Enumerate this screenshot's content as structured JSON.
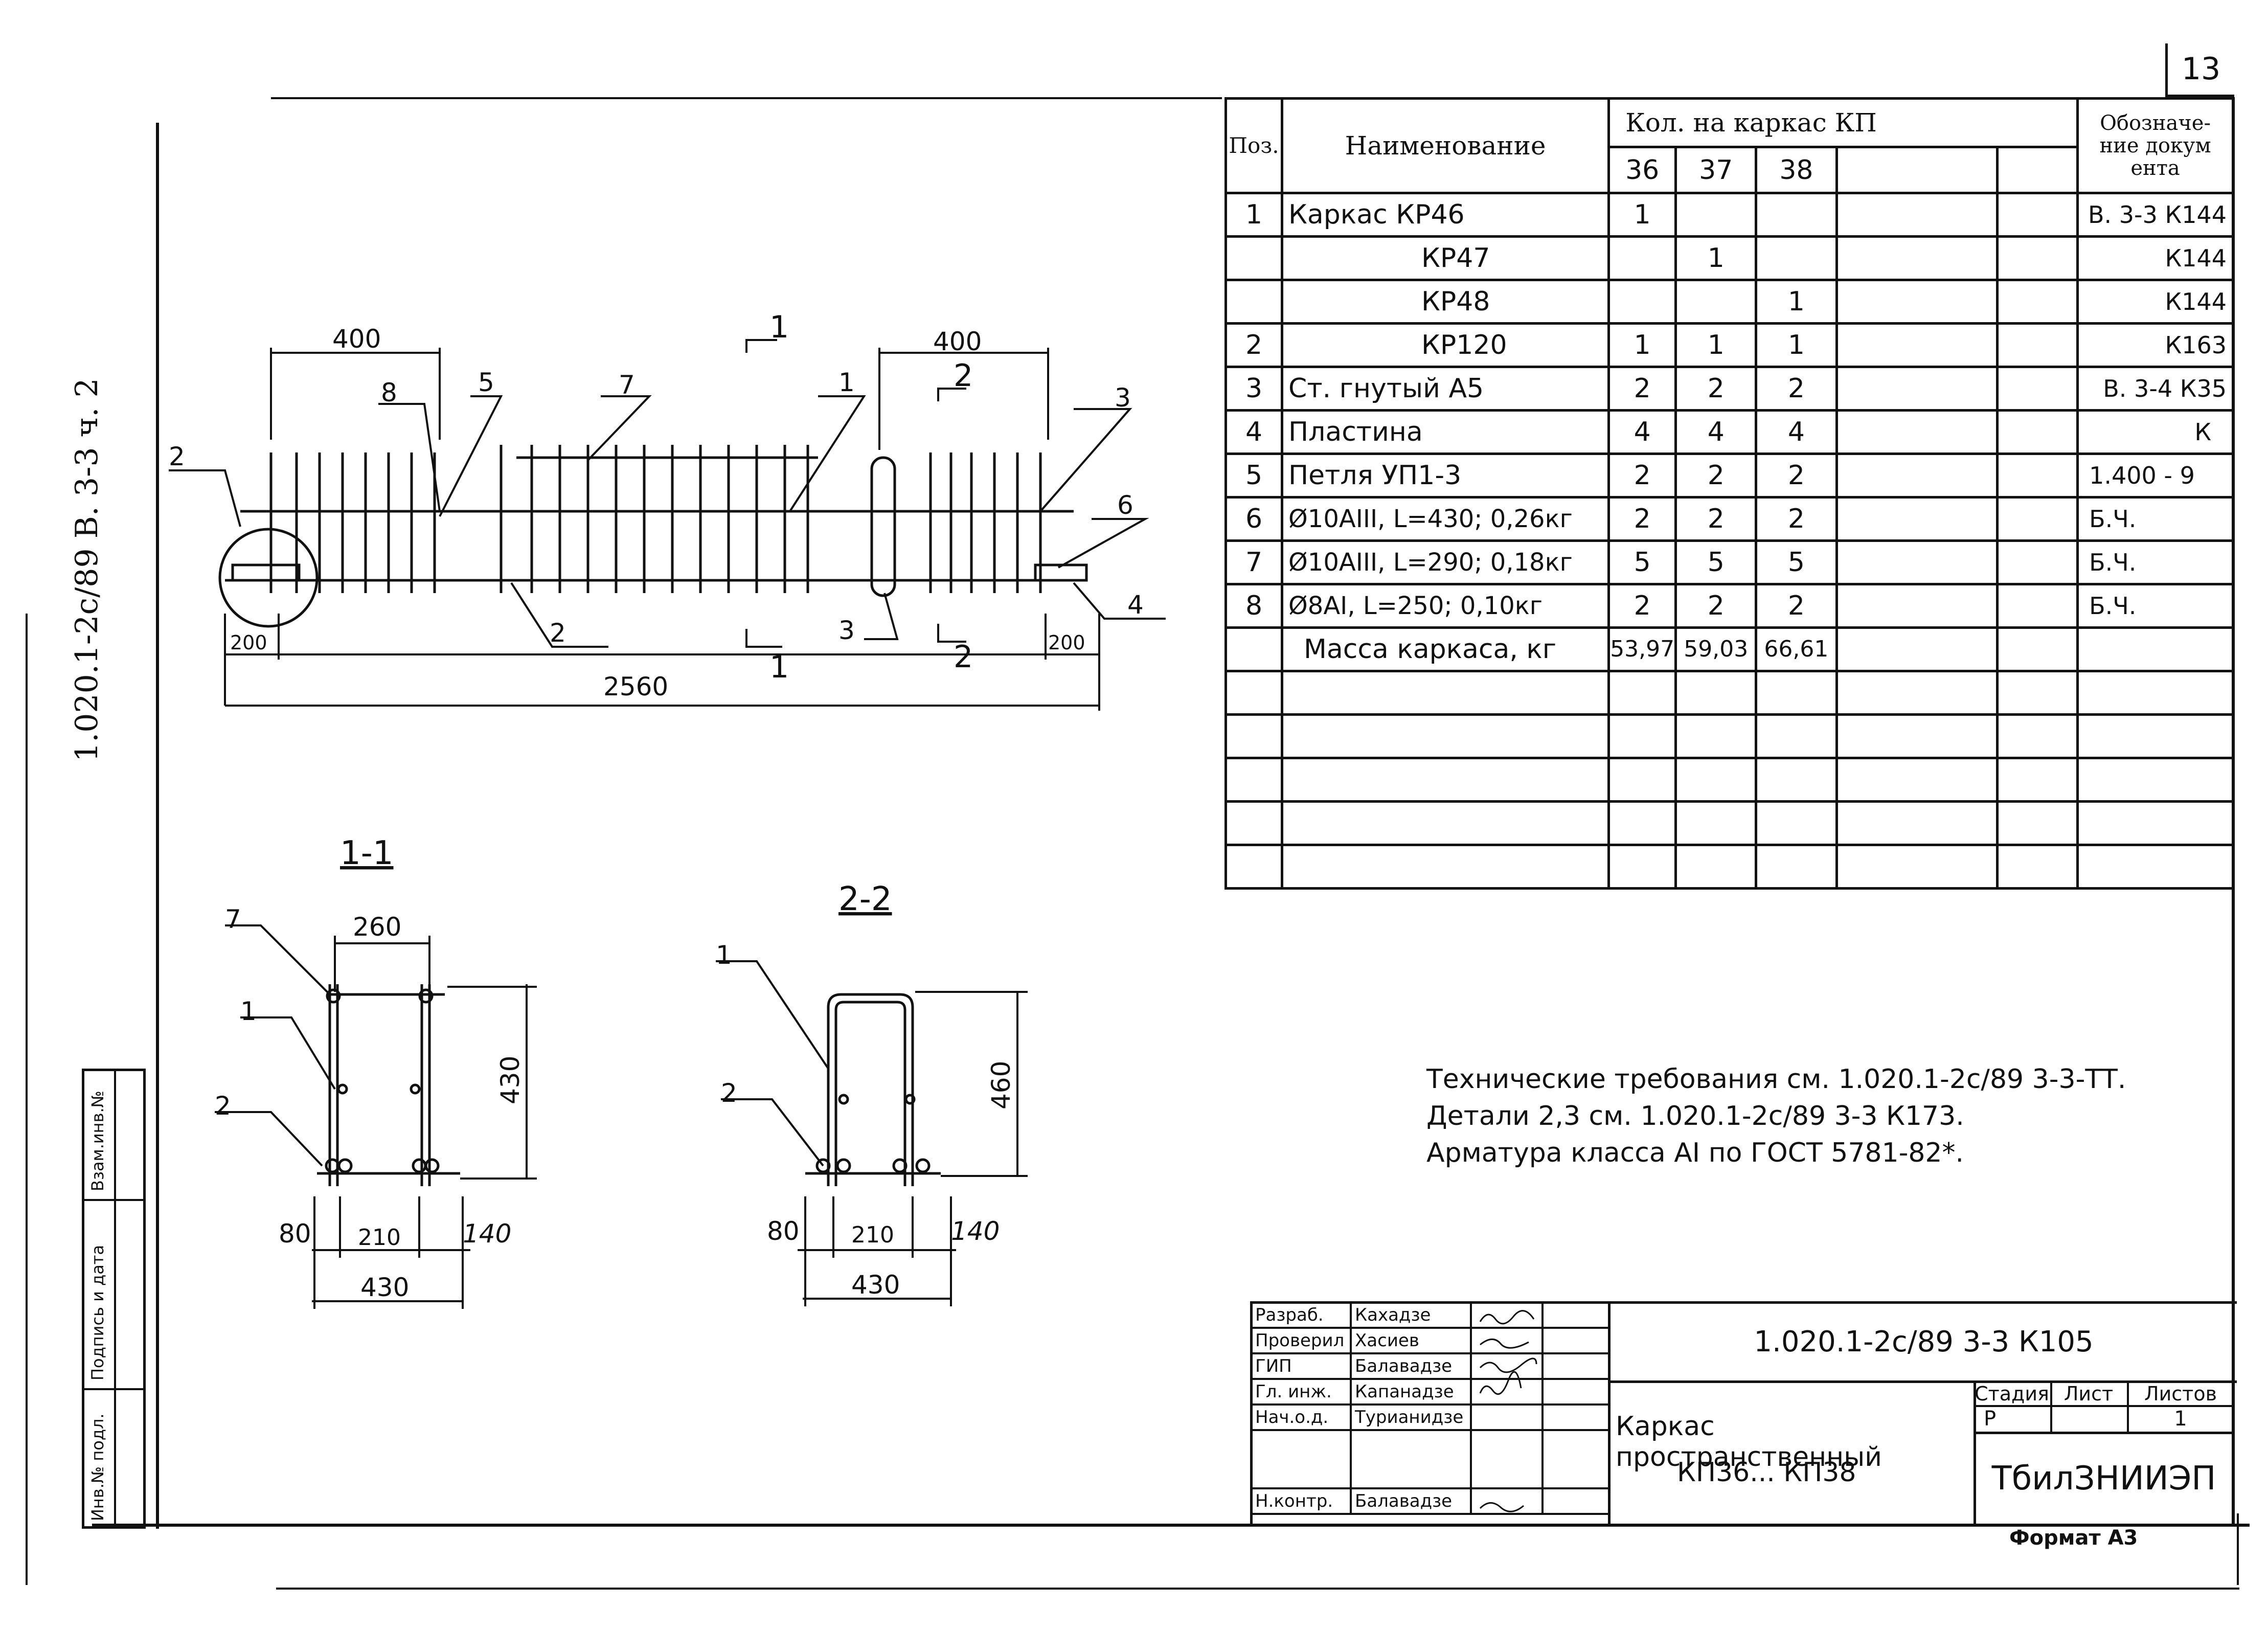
{
  "sheet_number": "13",
  "format_label": "Формат А3",
  "side_code": "1.020.1-2с/89 В. 3-3 ч. 2",
  "side_cells": [
    "Взам.инв.№",
    "Подпись и дата",
    "Инв.№ подл."
  ],
  "spec": {
    "header": {
      "pos": "Поз.",
      "name": "Наименование",
      "qty_group": "Кол. на каркас КП",
      "doc": "Обозначе-ние докум ента",
      "cols": [
        "36",
        "37",
        "38",
        "",
        ""
      ]
    },
    "rows": [
      {
        "pos": "1",
        "name": "Каркас   КР46",
        "q": [
          "1",
          "",
          ""
        ],
        "doc": "В. 3-3  К144"
      },
      {
        "pos": "",
        "name": "КР47",
        "q": [
          "",
          "1",
          ""
        ],
        "doc": "К144"
      },
      {
        "pos": "",
        "name": "КР48",
        "q": [
          "",
          "",
          "1"
        ],
        "doc": "К144"
      },
      {
        "pos": "2",
        "name": "КР120",
        "q": [
          "1",
          "1",
          "1"
        ],
        "doc": "К163"
      },
      {
        "pos": "3",
        "name": "Ст. гнутый   А5",
        "q": [
          "2",
          "2",
          "2"
        ],
        "doc": "В. 3-4  К35"
      },
      {
        "pos": "4",
        "name": "Пластина",
        "q": [
          "4",
          "4",
          "4"
        ],
        "doc": "К"
      },
      {
        "pos": "5",
        "name": "Петля  УП1-3",
        "q": [
          "2",
          "2",
          "2"
        ],
        "doc": "1.400 - 9"
      },
      {
        "pos": "6",
        "name": "Ø10АIII,  L=430; 0,26кг",
        "q": [
          "2",
          "2",
          "2"
        ],
        "doc": "Б.Ч."
      },
      {
        "pos": "7",
        "name": "Ø10АIII,  L=290; 0,18кг",
        "q": [
          "5",
          "5",
          "5"
        ],
        "doc": "Б.Ч."
      },
      {
        "pos": "8",
        "name": "Ø8АI,  L=250; 0,10кг",
        "q": [
          "2",
          "2",
          "2"
        ],
        "doc": "Б.Ч."
      },
      {
        "pos": "",
        "name": "Масса каркаса, кг",
        "q": [
          "53,97",
          "59,03",
          "66,61"
        ],
        "doc": ""
      }
    ]
  },
  "notes": [
    "Технические требования см. 1.020.1-2с/89 3-3-ТТ.",
    "Детали 2,3     см. 1.020.1-2с/89 3-3 К173.",
    "Арматура класса АI по ГОСТ 5781-82*."
  ],
  "drawing": {
    "main": {
      "dims": [
        "400",
        "400",
        "200",
        "200",
        "2560"
      ],
      "callouts": [
        "1",
        "2",
        "3",
        "4",
        "5",
        "6",
        "7",
        "8",
        "2",
        "3"
      ],
      "cuts": [
        "1",
        "1",
        "2",
        "2"
      ]
    },
    "section1": {
      "title": "1-1",
      "dims": [
        "260",
        "430",
        "80",
        "210",
        "140",
        "430"
      ],
      "callouts": [
        "7",
        "1",
        "2"
      ]
    },
    "section2": {
      "title": "2-2",
      "dims": [
        "460",
        "80",
        "210",
        "140",
        "430"
      ],
      "callouts": [
        "1",
        "2"
      ]
    }
  },
  "title_block": {
    "people": [
      {
        "role": "Разраб.",
        "name": "Кахадзе"
      },
      {
        "role": "Проверил",
        "name": "Хасиев"
      },
      {
        "role": "ГИП",
        "name": "Балавадзе"
      },
      {
        "role": "Гл. инж.",
        "name": "Капанадзе"
      },
      {
        "role": "Нач.о.д.",
        "name": "Турианидзе"
      },
      {
        "role": "",
        "name": ""
      },
      {
        "role": "Н.контр.",
        "name": "Балавадзе"
      }
    ],
    "code": "1.020.1-2с/89  3-3  К105",
    "title_line1": "Каркас пространственный",
    "title_line2": "КП36... КП38",
    "stage_label": "Стадия",
    "sheet_label": "Лист",
    "sheets_label": "Листов",
    "stage": "Р",
    "sheet": "",
    "sheets": "1",
    "org": "ТбилЗНИИЭП"
  }
}
